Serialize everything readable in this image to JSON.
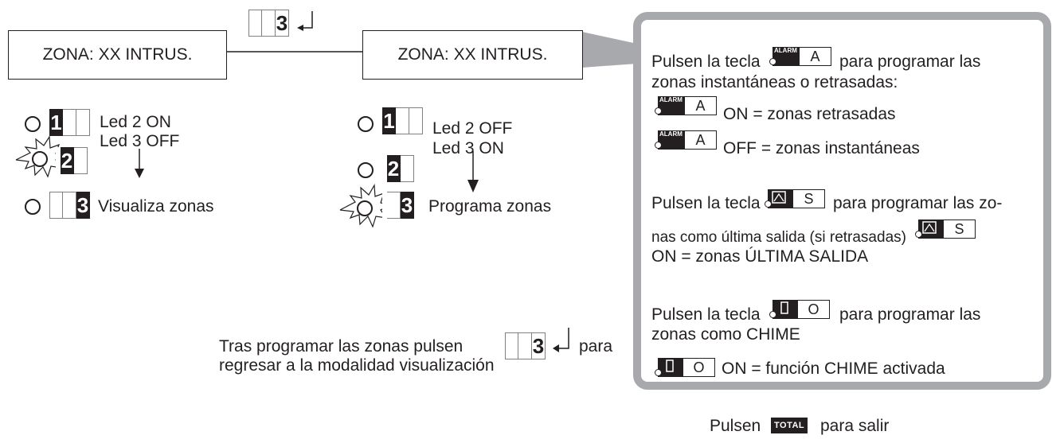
{
  "zone_box_left": {
    "text": "ZONA: XX INTRUS."
  },
  "zone_box_right": {
    "text": "ZONA: XX INTRUS."
  },
  "top_key": {
    "digit": "3"
  },
  "left_column": {
    "digit1": "1",
    "digit2": "2",
    "digit3": "3",
    "led2": "Led 2 ON",
    "led3": "Led 3 OFF",
    "action": "Visualiza zonas"
  },
  "right_column": {
    "digit1": "1",
    "digit2": "2",
    "digit3": "3",
    "led2": "Led 2 OFF",
    "led3": "Led 3 ON",
    "action": "Programa zonas"
  },
  "return_note": {
    "line1_a": "Tras programar las zonas pulsen",
    "digit": "3",
    "line1_b": "para",
    "line2": "regresar a la modalidad visualización"
  },
  "panel": {
    "p1_a": "Pulsen la tecla",
    "p1_b": "para programar las",
    "p1_c": "zonas instantáneas o retrasadas:",
    "p1_on": "ON = zonas retrasadas",
    "p1_off": "OFF = zonas instantáneas",
    "key_alarm_label": "ALARM",
    "key_alarm_letter": "A",
    "p2_a": "Pulsen la tecla",
    "p2_b": "para programar las zo-",
    "p2_c": "nas como última salida (si retrasadas)",
    "p2_on": "ON = zonas ÚLTIMA SALIDA",
    "key_s_letter": "S",
    "p3_a": "Pulsen la tecla",
    "p3_b": "para programar las",
    "p3_c": "zonas como CHIME",
    "p3_on": "ON = función CHIME activada",
    "key_o_letter": "O"
  },
  "footer": {
    "a": "Pulsen",
    "key": "TOTAL",
    "b": "para salir"
  }
}
